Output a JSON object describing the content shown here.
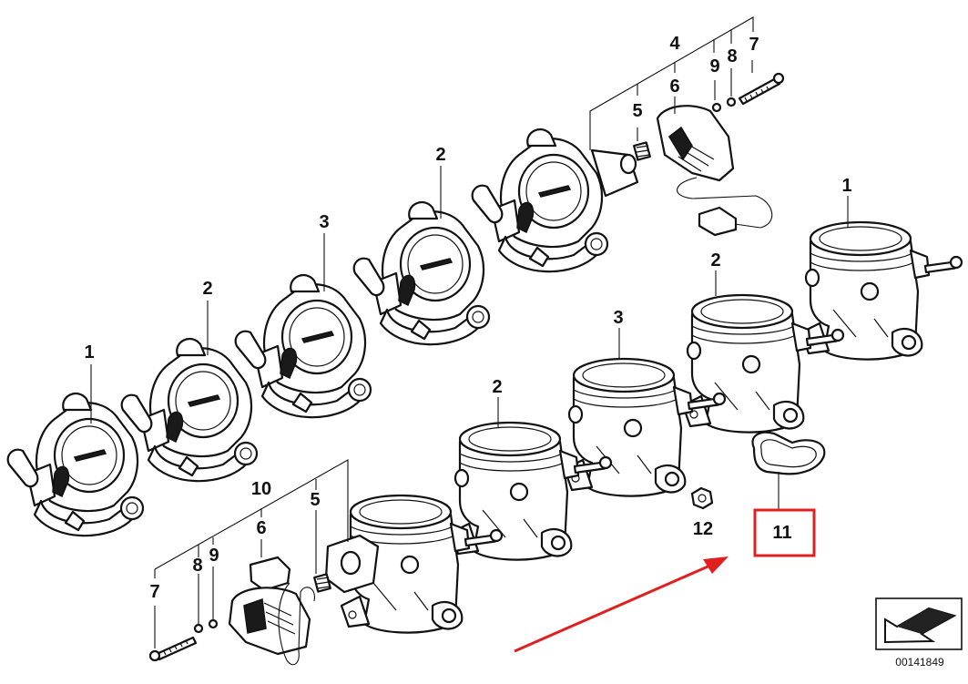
{
  "colors": {
    "highlight": "#e02020",
    "line": "#111111",
    "background": "#ffffff"
  },
  "callouts": [
    {
      "id": "c-1a",
      "text": "1"
    },
    {
      "id": "c-2a",
      "text": "2"
    },
    {
      "id": "c-3a",
      "text": "3"
    },
    {
      "id": "c-2b",
      "text": "2"
    },
    {
      "id": "c-4",
      "text": "4"
    },
    {
      "id": "c-5a",
      "text": "5"
    },
    {
      "id": "c-6a",
      "text": "6"
    },
    {
      "id": "c-9a",
      "text": "9"
    },
    {
      "id": "c-8a",
      "text": "8"
    },
    {
      "id": "c-7a",
      "text": "7"
    },
    {
      "id": "c-1b",
      "text": "1"
    },
    {
      "id": "c-2c",
      "text": "2"
    },
    {
      "id": "c-3b",
      "text": "3"
    },
    {
      "id": "c-2d",
      "text": "2"
    },
    {
      "id": "c-10",
      "text": "10"
    },
    {
      "id": "c-5b",
      "text": "5"
    },
    {
      "id": "c-6b",
      "text": "6"
    },
    {
      "id": "c-8b",
      "text": "8"
    },
    {
      "id": "c-9b",
      "text": "9"
    },
    {
      "id": "c-7b",
      "text": "7"
    },
    {
      "id": "c-12",
      "text": "12"
    },
    {
      "id": "c-11",
      "text": "11"
    }
  ],
  "highlighted_part": "11",
  "document_number": "00141849",
  "icons": {
    "corner": "arrow-corner-icon",
    "pointer": "red-arrow-icon"
  }
}
